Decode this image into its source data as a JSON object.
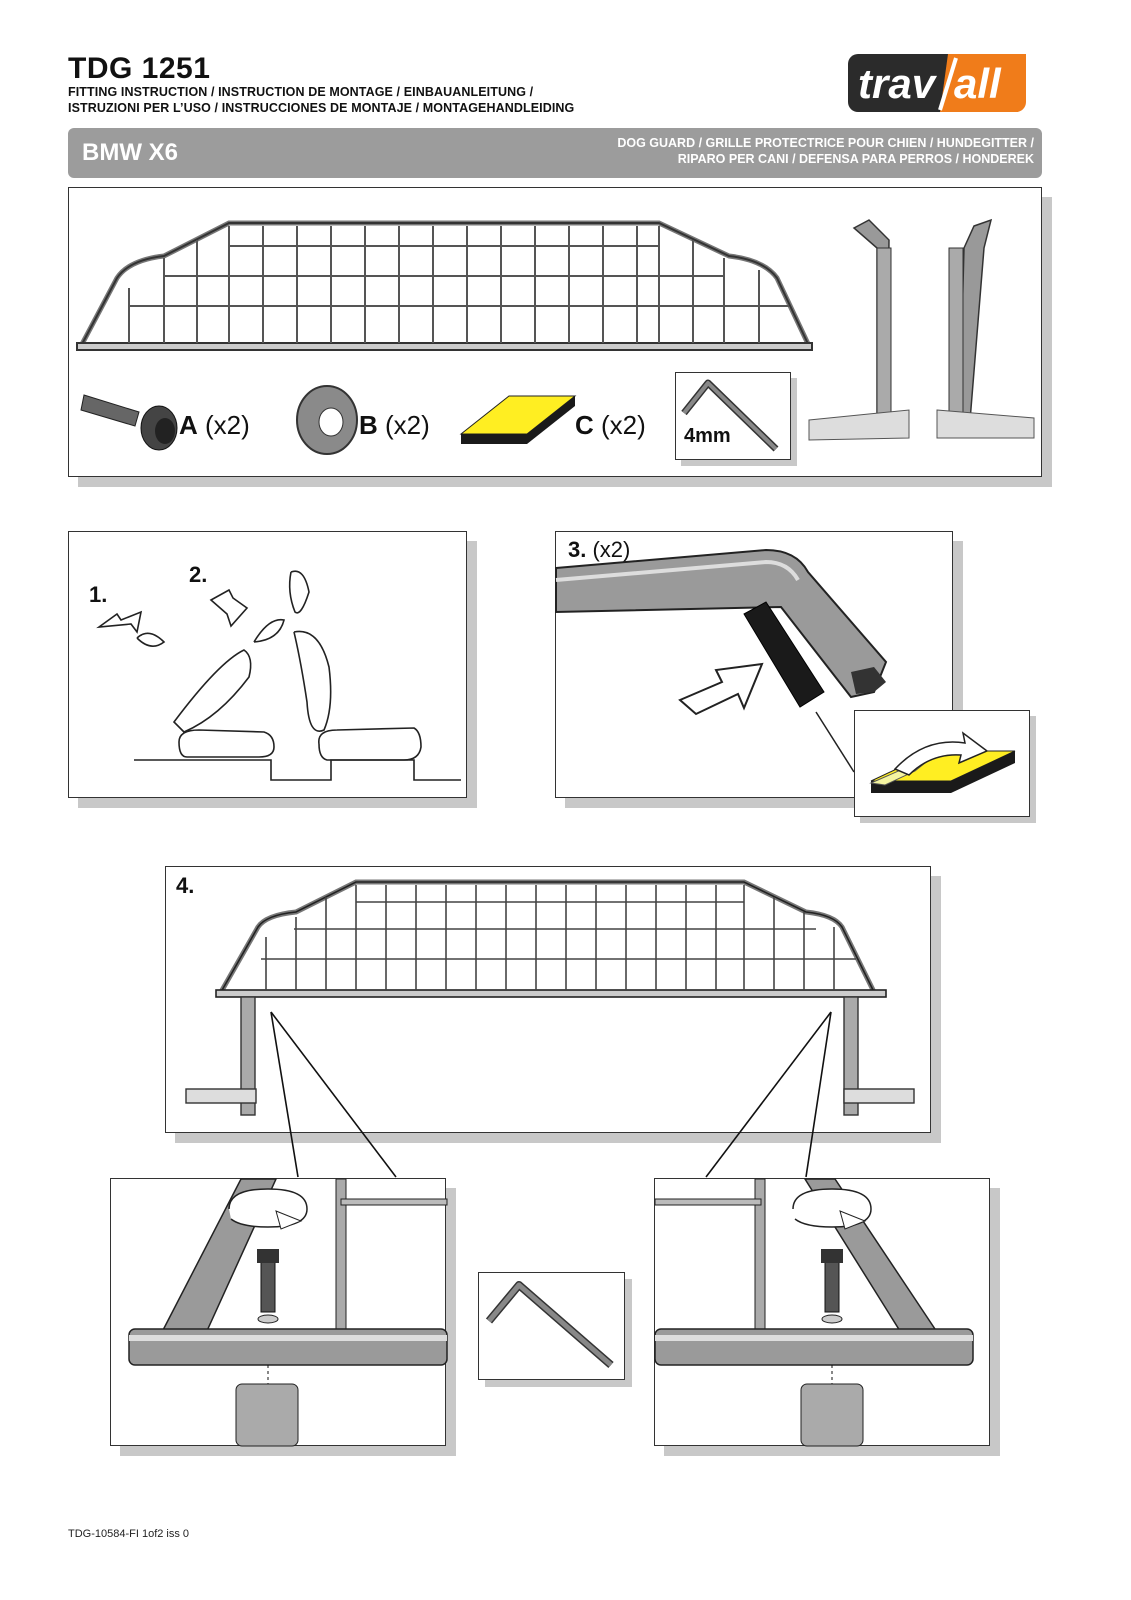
{
  "header": {
    "title": "TDG 1251",
    "subtitle_line1": "FITTING INSTRUCTION / INSTRUCTION DE MONTAGE / EINBAUANLEITUNG /",
    "subtitle_line2": "ISTRUZIONI PER L’USO / INSTRUCCIONES DE MONTAJE / MONTAGEHANDLEIDING"
  },
  "logo": {
    "part1": "trav",
    "part2": "all",
    "accent": "#f07c1a",
    "dark": "#2b2b2b"
  },
  "model_bar": {
    "model": "BMW X6",
    "description_line1": "DOG GUARD / GRILLE PROTECTRICE POUR CHIEN / HUNDEGITTER /",
    "description_line2": "RIPARO PER CANI / DEFENSA PARA PERROS / HONDEREK",
    "color": "#9c9c9c"
  },
  "parts": [
    {
      "letter": "A",
      "qty": "(x2)",
      "icon": "bolt-icon"
    },
    {
      "letter": "B",
      "qty": "(x2)",
      "icon": "washer-icon"
    },
    {
      "letter": "C",
      "qty": "(x2)",
      "icon": "adhesive-pad-icon"
    }
  ],
  "tool": {
    "label": "4mm",
    "icon": "hex-key-icon"
  },
  "steps": {
    "step1": "1.",
    "step2": "2.",
    "step3_num": "3.",
    "step3_qty": "(x2)",
    "step4": "4."
  },
  "colors": {
    "pad_yellow": "#ffee22",
    "pad_black": "#1a1a1a"
  },
  "footer": "TDG-10584-FI 1of2 iss 0"
}
